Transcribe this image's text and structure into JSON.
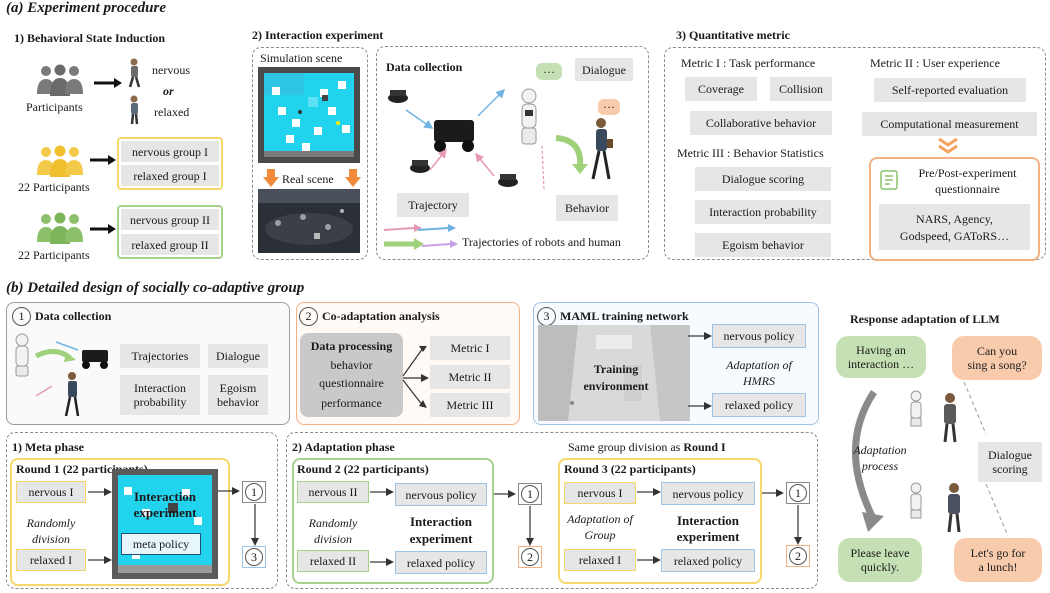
{
  "section_a": {
    "title": "(a) Experiment procedure",
    "step1": {
      "title": "1) Behavioral State Induction",
      "participants_label": "Participants",
      "state_nervous": "nervous",
      "state_or": "or",
      "state_relaxed": "relaxed",
      "group_a": {
        "count": "22 Participants",
        "nervous": "nervous group I",
        "relaxed": "relaxed group I"
      },
      "group_b": {
        "count": "22 Participants",
        "nervous": "nervous group II",
        "relaxed": "relaxed group II"
      }
    },
    "step2": {
      "title": "2) Interaction experiment",
      "sim_label": "Simulation scene",
      "real_label": "Real scene",
      "data_collection": "Data collection",
      "dialogue": "Dialogue",
      "trajectory": "Trajectory",
      "behavior": "Behavior",
      "legend": "Trajectories of robots and human",
      "bubble_dots": "···"
    },
    "step3": {
      "title": "3) Quantitative metric",
      "metric1": {
        "title": "Metric I : Task performance",
        "items": [
          "Coverage",
          "Collision",
          "Collaborative behavior"
        ]
      },
      "metric2": {
        "title": "Metric II : User experience",
        "items": [
          "Self-reported evaluation",
          "Computational measurement"
        ],
        "questionnaire_title_1": "Pre/Post-experiment",
        "questionnaire_title_2": "questionnaire",
        "questionnaire_items_1": "NARS, Agency,",
        "questionnaire_items_2": "Godspeed, GAToRS…"
      },
      "metric3": {
        "title": "Metric III : Behavior Statistics",
        "items": [
          "Dialogue scoring",
          "Interaction probability",
          "Egoism behavior"
        ]
      }
    }
  },
  "section_b": {
    "title": "(b) Detailed design of  socially co-adaptive group",
    "data_collection": {
      "num": "1",
      "title": "Data collection",
      "items": [
        "Trajectories",
        "Dialogue",
        "Interaction probability",
        "Egoism behavior"
      ]
    },
    "co_adaptation": {
      "num": "2",
      "title": "Co-adaptation analysis",
      "processing_title": "Data processing",
      "processing_items": [
        "behavior",
        "questionnaire",
        "performance"
      ],
      "metrics": [
        "Metric I",
        "Metric II",
        "Metric III"
      ]
    },
    "maml": {
      "num": "3",
      "title": "MAML training network",
      "env_label_1": "Training",
      "env_label_2": "environment",
      "adapt_label_1": "Adaptation of",
      "adapt_label_2": "HMRS",
      "nervous_policy": "nervous policy",
      "relaxed_policy": "relaxed policy"
    },
    "meta_phase": {
      "title": "1) Meta phase",
      "round_title": "Round 1 (22 participants)",
      "nervous": "nervous I",
      "relaxed": "relaxed I",
      "division_1": "Randomly",
      "division_2": "division",
      "experiment_1": "Interaction",
      "experiment_2": "experiment",
      "meta_policy": "meta policy",
      "out1": "1",
      "out3": "3"
    },
    "adaptation_phase": {
      "title": "2) Adaptation phase",
      "note_prefix": "Same group division as ",
      "note_bold": "Round I",
      "round2": {
        "title": "Round 2 (22 participants)",
        "nervous": "nervous II",
        "relaxed": "relaxed II",
        "division_1": "Randomly",
        "division_2": "division",
        "nervous_policy": "nervous policy",
        "relaxed_policy": "relaxed policy",
        "experiment_1": "Interaction",
        "experiment_2": "experiment",
        "out1": "1",
        "out2": "2"
      },
      "round3": {
        "title": "Round 3 (22 participants)",
        "nervous": "nervous I",
        "relaxed": "relaxed I",
        "division_1": "Adaptation of",
        "division_2": "Group",
        "nervous_policy": "nervous policy",
        "relaxed_policy": "relaxed policy",
        "experiment_1": "Interaction",
        "experiment_2": "experiment",
        "out1": "1",
        "out2": "2"
      }
    },
    "llm": {
      "title": "Response adaptation of LLM",
      "bubble1_1": "Having an",
      "bubble1_2": "interaction …",
      "bubble2_1": "Can you",
      "bubble2_2": "sing a song?",
      "process_1": "Adaptation",
      "process_2": "process",
      "scoring_1": "Dialogue",
      "scoring_2": "scoring",
      "bubble3_1": "Please leave",
      "bubble3_2": "quickly.",
      "bubble4_1": "Let's go for",
      "bubble4_2": "a lunch!"
    }
  },
  "colors": {
    "yellow": "#f7d76b",
    "green": "#a9d18e",
    "orange": "#f4b183",
    "blue": "#9dc3e6",
    "gray_box": "#e6e6e6",
    "cyan_map": "#22d3ee",
    "bubble_green": "#c5e0b4",
    "bubble_orange": "#f8cbad"
  }
}
